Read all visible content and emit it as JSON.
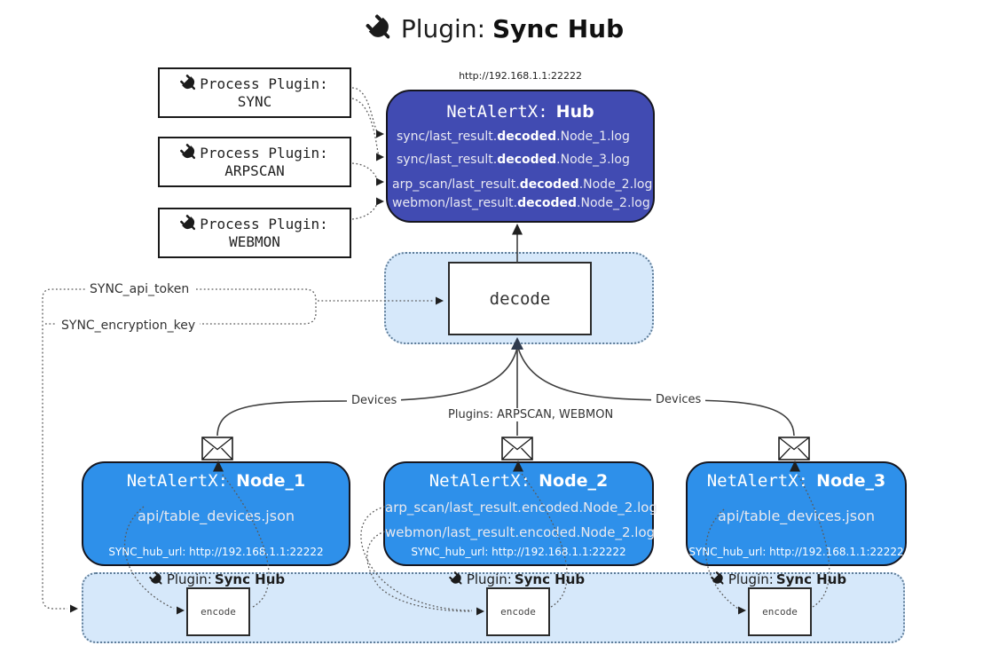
{
  "colors": {
    "hub": "#414BB2",
    "node": "#2E90EA",
    "panel": "#D6E8FA",
    "panelborder": "#5F7D99"
  },
  "title": {
    "prefix": "Plugin:",
    "bold": "Sync Hub"
  },
  "process_plugins": [
    {
      "line1": "Process Plugin:",
      "name": "SYNC"
    },
    {
      "line1": "Process Plugin:",
      "name": "ARPSCAN"
    },
    {
      "line1": "Process Plugin:",
      "name": "WEBMON"
    }
  ],
  "hub": {
    "url": "http://192.168.1.1:22222",
    "title_prefix": "NetAlertX:",
    "title_bold": "Hub",
    "logs": [
      {
        "pre": "sync/last_result.",
        "bold": "decoded",
        "post": ".Node_1.log"
      },
      {
        "pre": "sync/last_result.",
        "bold": "decoded",
        "post": ".Node_3.log"
      },
      {
        "pre": "arp_scan/last_result.",
        "bold": "decoded",
        "post": ".Node_2.log"
      },
      {
        "pre": "webmon/last_result.",
        "bold": "decoded",
        "post": ".Node_2.log"
      }
    ]
  },
  "decode": {
    "label": "decode"
  },
  "config": {
    "api_token": "SYNC_api_token",
    "encryption_key": "SYNC_encryption_key"
  },
  "edges": {
    "devices_left": "Devices",
    "devices_right": "Devices",
    "plugins_mid": "Plugins: ARPSCAN, WEBMON"
  },
  "nodes": [
    {
      "title_prefix": "NetAlertX:",
      "title_bold": "Node_1",
      "files": [
        "api/table_devices.json"
      ],
      "hub_url": "SYNC_hub_url: http://192.168.1.1:22222"
    },
    {
      "title_prefix": "NetAlertX:",
      "title_bold": "Node_2",
      "files": [
        "arp_scan/last_result.encoded.Node_2.log",
        "webmon/last_result.encoded.Node_2.log"
      ],
      "hub_url": "SYNC_hub_url: http://192.168.1.1:22222"
    },
    {
      "title_prefix": "NetAlertX:",
      "title_bold": "Node_3",
      "files": [
        "api/table_devices.json"
      ],
      "hub_url": "SYNC_hub_url: http://192.168.1.1:22222"
    }
  ],
  "encoders": [
    {
      "label_prefix": "Plugin:",
      "label_bold": "Sync Hub",
      "box": "encode"
    },
    {
      "label_prefix": "Plugin:",
      "label_bold": "Sync Hub",
      "box": "encode"
    },
    {
      "label_prefix": "Plugin:",
      "label_bold": "Sync Hub",
      "box": "encode"
    }
  ]
}
